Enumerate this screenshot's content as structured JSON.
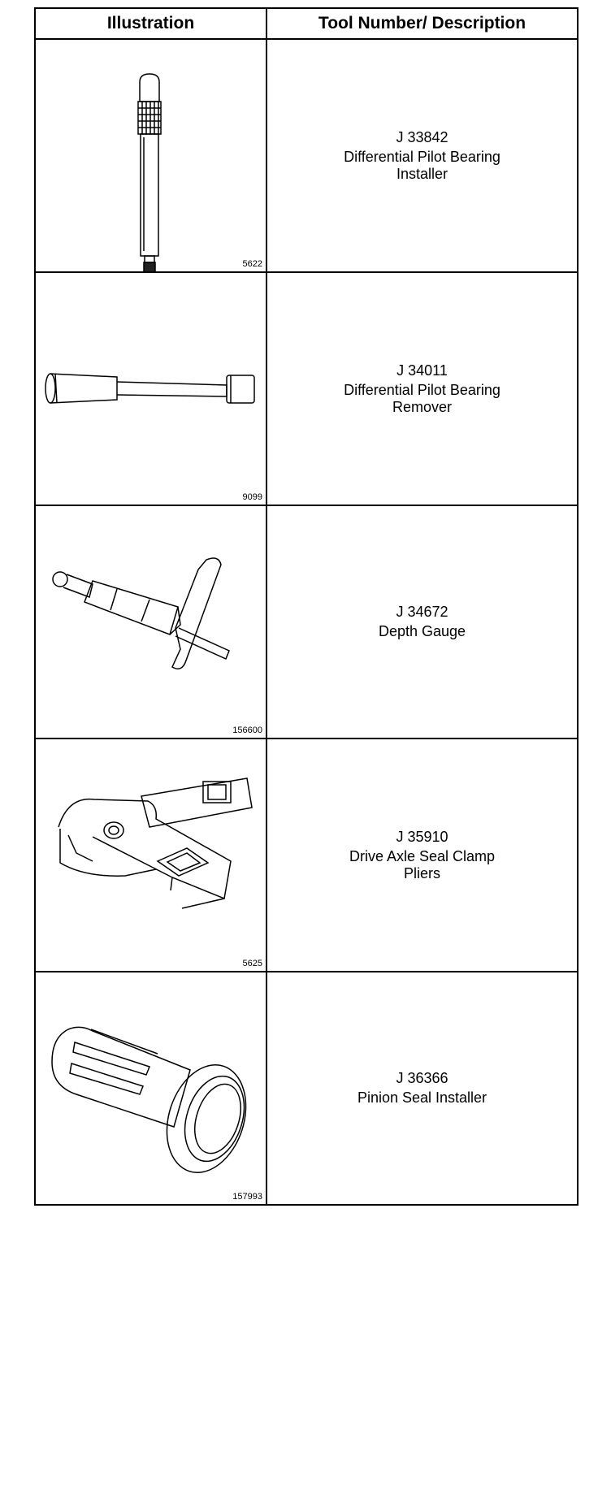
{
  "table": {
    "header": {
      "illustration": "Illustration",
      "description": "Tool Number/ Description"
    },
    "rows": [
      {
        "figure_number": "5622",
        "tool_number": "J 33842",
        "description": "Differential Pilot Bearing\nInstaller",
        "icon": "pilot-bearing-installer-icon"
      },
      {
        "figure_number": "9099",
        "tool_number": "J 34011",
        "description": "Differential Pilot Bearing\nRemover",
        "icon": "pilot-bearing-remover-icon"
      },
      {
        "figure_number": "156600",
        "tool_number": "J 34672",
        "description": "Depth Gauge",
        "icon": "depth-gauge-icon"
      },
      {
        "figure_number": "5625",
        "tool_number": "J 35910",
        "description": "Drive Axle Seal Clamp\nPliers",
        "icon": "seal-clamp-pliers-icon"
      },
      {
        "figure_number": "157993",
        "tool_number": "J 36366",
        "description": "Pinion Seal Installer",
        "icon": "pinion-seal-installer-icon"
      }
    ]
  }
}
